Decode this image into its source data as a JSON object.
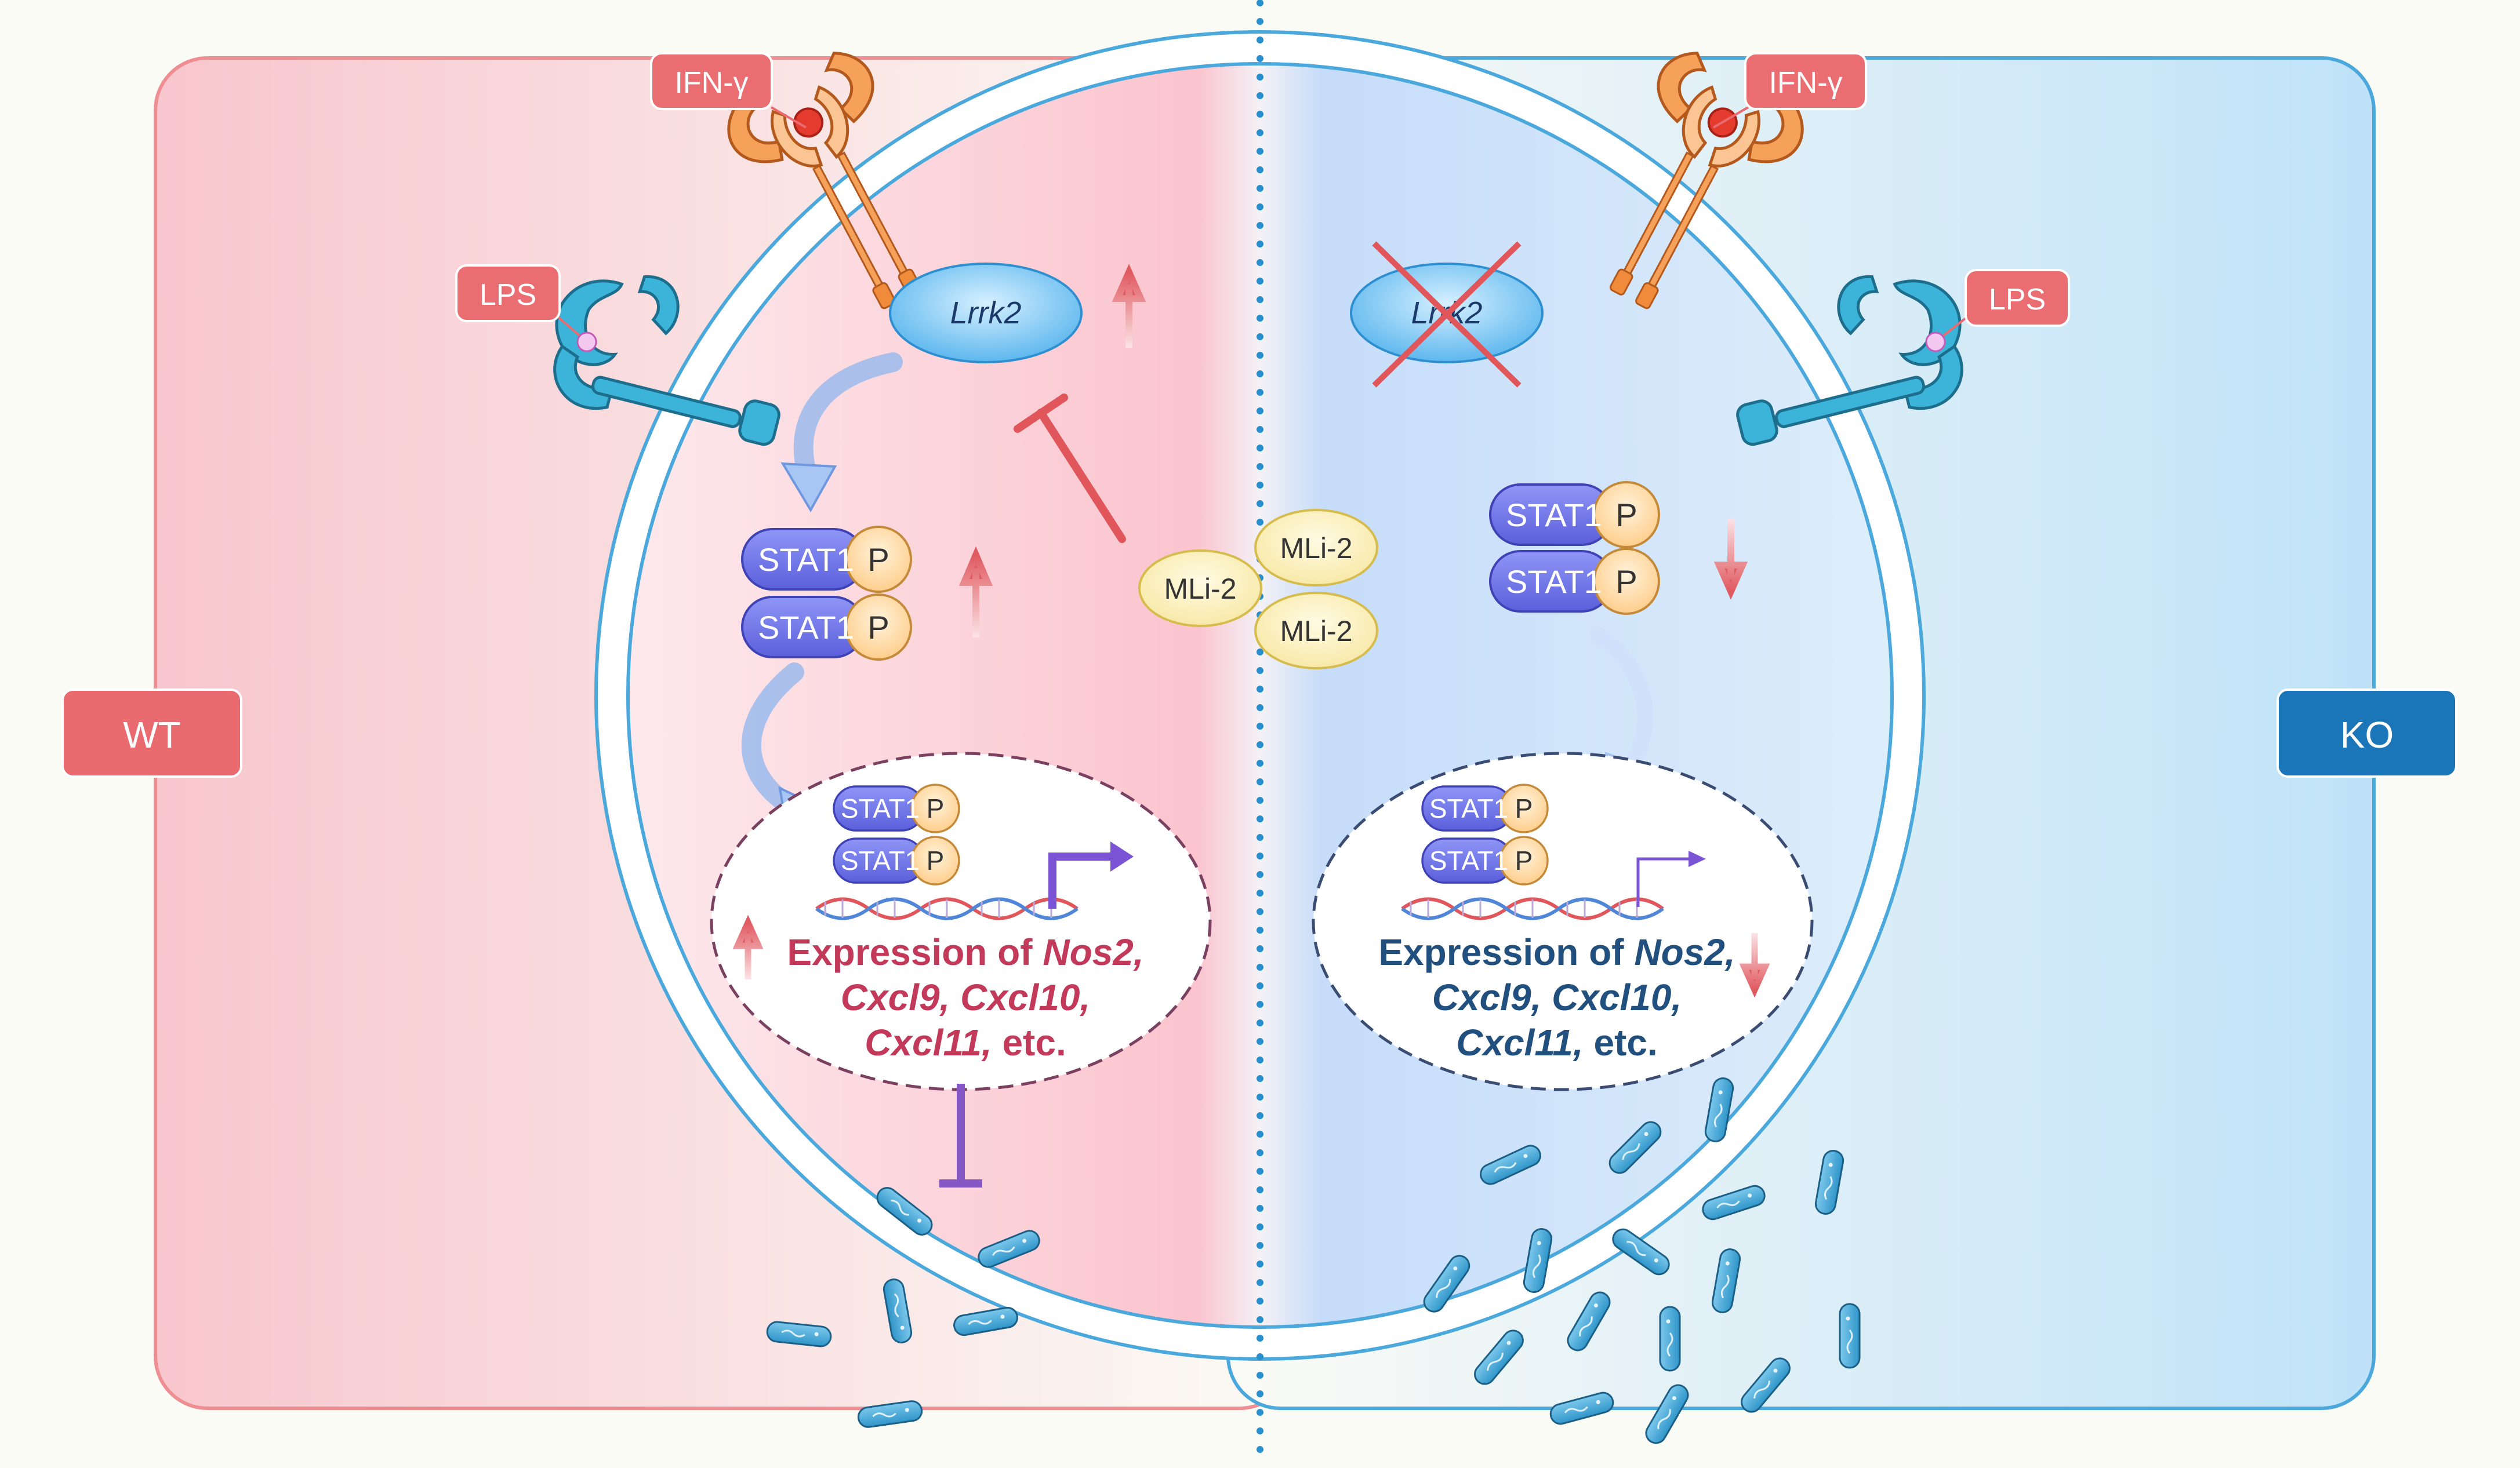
{
  "labels": {
    "wt": "WT",
    "ko": "KO",
    "ifn_left": "IFN-γ",
    "ifn_right": "IFN-γ",
    "lps_left": "LPS",
    "lps_right": "LPS",
    "lrrk2_left": "Lrrk2",
    "lrrk2_right": "Lrrk2",
    "stat1": "STAT1",
    "p": "P",
    "mli2": "MLi-2"
  },
  "expression": {
    "prefix": "Expression of ",
    "nos2": "Nos2,",
    "cxcl_line": "Cxcl9, Cxcl10,",
    "cxcl11": "Cxcl11,",
    "etc": " etc."
  },
  "colors": {
    "wt_red": "#e96b6f",
    "ko_blue": "#1a76b8",
    "text_wt": "#c2395a",
    "text_ko": "#22507e",
    "membrane": "#4aa8dc",
    "stat_fill": "#6d73e6",
    "p_fill": "#ffd9a2",
    "mli_fill": "#fbf3c4",
    "bacteria": "#3ba6d6",
    "inhibit_red": "#e0565b",
    "inhibit_purple": "#8457c4"
  }
}
